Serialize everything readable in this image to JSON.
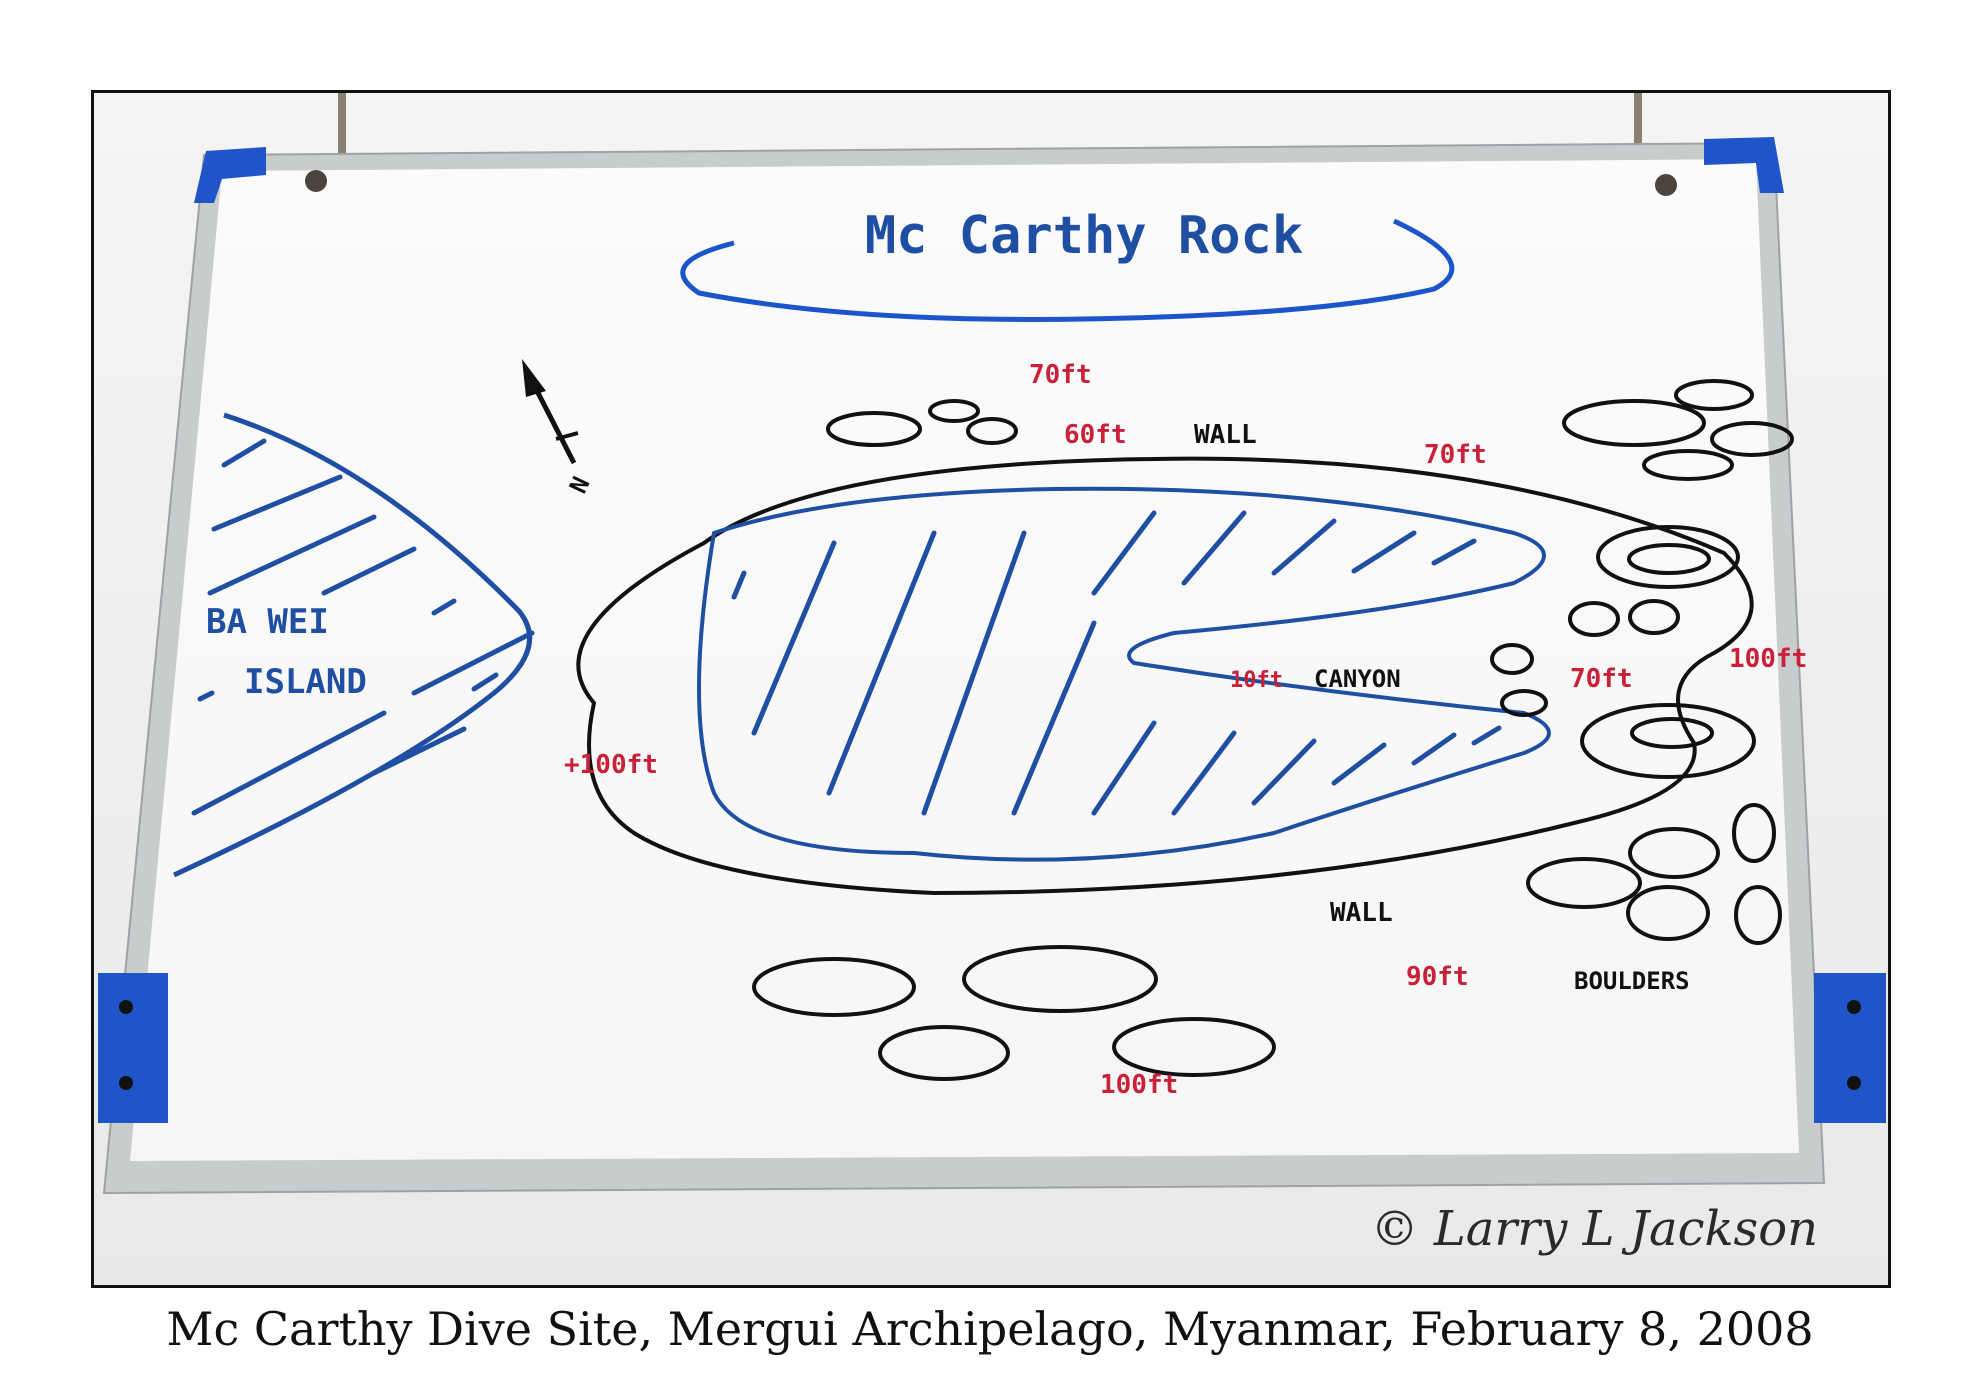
{
  "board": {
    "title": "Mc Carthy Rock",
    "north": "N",
    "island_line1": "BA WEI",
    "island_line2": "ISLAND",
    "depths": {
      "top": "70ft",
      "upper_left": "60ft",
      "upper_right": "70ft",
      "left": "+100ft",
      "canyon": "10ft",
      "mid_right": "70ft",
      "right": "100ft",
      "lower": "90ft",
      "bottom": "100ft"
    },
    "labels": {
      "wall_top": "WALL",
      "canyon": "CANYON",
      "wall_bottom": "WALL",
      "boulders": "BOULDERS"
    },
    "colors": {
      "blue_marker": "#1f4fa3",
      "red_marker": "#c8213a",
      "black_marker": "#111111",
      "bracket": "#1c55c9"
    }
  },
  "watermark": "© Larry L Jackson",
  "caption": "Mc Carthy Dive Site, Mergui Archipelago, Myanmar, February 8, 2008"
}
